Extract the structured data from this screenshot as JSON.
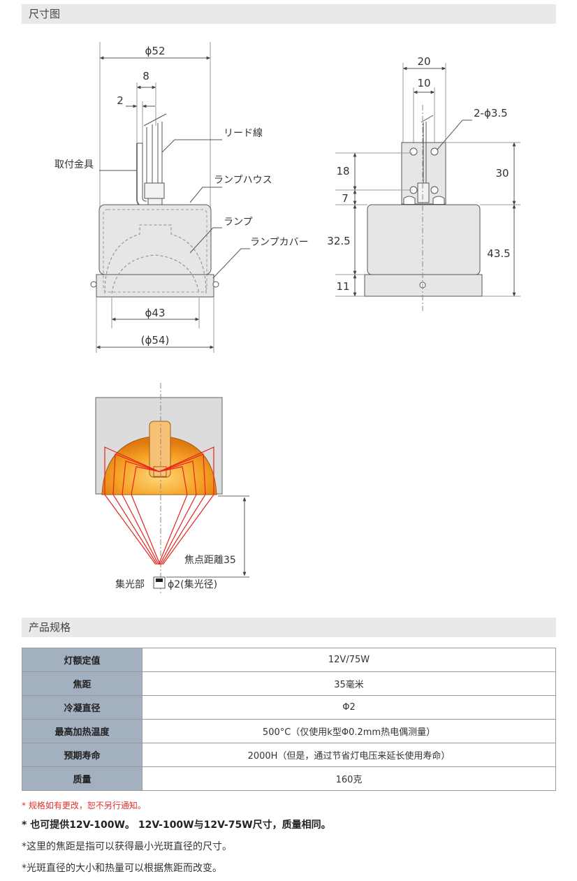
{
  "sections": {
    "dimension_title": "尺寸图",
    "spec_title": "产品规格"
  },
  "drawing_left": {
    "dim_phi52": "ϕ52",
    "dim_8": "8",
    "dim_2": "2",
    "lead_wire": "リード線",
    "mount_bracket": "取付金具",
    "lamp_house": "ランプハウス",
    "lamp": "ランプ",
    "lamp_cover": "ランプカバー",
    "dim_phi43": "ϕ43",
    "dim_phi54": "(ϕ54)"
  },
  "drawing_right": {
    "dim_20": "20",
    "dim_10": "10",
    "holes": "2-ϕ3.5",
    "dim_18": "18",
    "dim_7": "7",
    "dim_30": "30",
    "dim_32_5": "32.5",
    "dim_43_5": "43.5",
    "dim_11": "11"
  },
  "drawing_focus": {
    "focal_distance": "焦点距離35",
    "focus_part": "集光部",
    "focus_diameter": "ϕ2(集光径)"
  },
  "specs": [
    {
      "label": "灯额定值",
      "value": "12V/75W"
    },
    {
      "label": "焦距",
      "value": "35毫米"
    },
    {
      "label": "冷凝直径",
      "value": "Φ2"
    },
    {
      "label": "最高加热温度",
      "value": "500°C（仅使用k型Φ0.2mm热电偶测量）"
    },
    {
      "label": "预期寿命",
      "value": "2000H（但是，通过节省灯电压来延长使用寿命）"
    },
    {
      "label": "质量",
      "value": "160克"
    }
  ],
  "notes": {
    "change_notice": "* 规格如有更改，恕不另行通知。",
    "also_available": "* 也可提供12V-100W。 12V-100W与12V-75W尺寸，质量相同。",
    "focal_note": "*这里的焦距是指可以获得最小光斑直径的尺寸。",
    "spot_note": "*光斑直径的大小和热量可以根据焦距而改变。"
  },
  "colors": {
    "header_bg": "#e9e9e9",
    "label_cell_bg": "#a3b0c0",
    "notice_red": "#e03030",
    "ray_red": "#e8231c",
    "glow_orange": "#f5a623"
  }
}
